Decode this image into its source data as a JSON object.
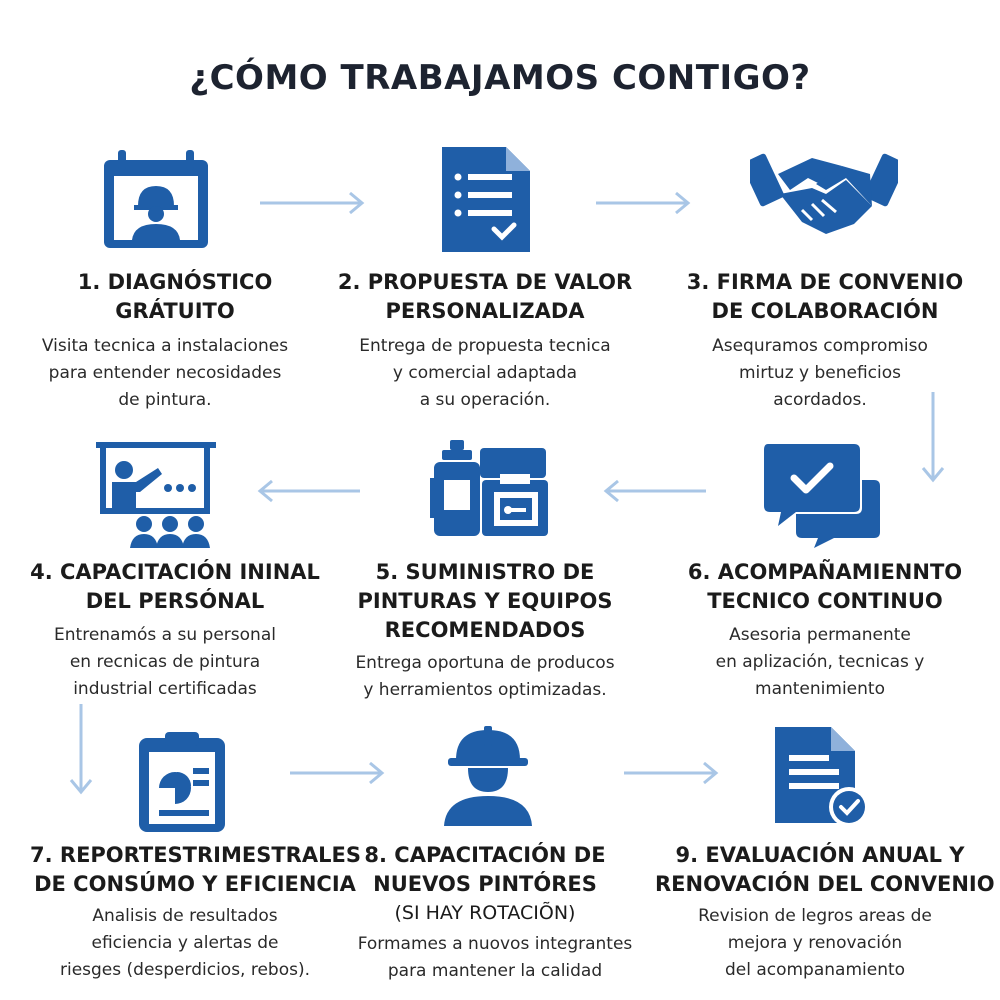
{
  "title": "¿CÓMO TRABAJAMOS CONTIGO?",
  "colors": {
    "primary": "#1f5ea8",
    "arrow": "#a9c6e6"
  },
  "steps": [
    {
      "icon": "calendar-worker-icon",
      "heading": [
        "1. DIAGNÓSTICO",
        "GRÁTUITO"
      ],
      "desc": [
        "Visita tecnica a instalaciones",
        "para entender necosidades",
        "de pintura."
      ]
    },
    {
      "icon": "checklist-document-icon",
      "heading": [
        "2. PROPUESTA DE VALOR",
        "PERSONALIZADA"
      ],
      "desc": [
        "Entrega de propuesta tecnica",
        "y comercial adaptada",
        "a su operación."
      ]
    },
    {
      "icon": "handshake-icon",
      "heading": [
        "3. FIRMA DE CONVENIO",
        "DE COLABORACIÓN"
      ],
      "desc": [
        "Asequramos compromiso",
        "mirtuz y beneficios",
        "acordados."
      ]
    },
    {
      "icon": "training-presentation-icon",
      "heading": [
        "4. CAPACITACIÓN ININAL",
        "DEL PERSÓNAL"
      ],
      "desc": [
        "Entrenamós a su personal",
        "en recnicas de pintura",
        "industrial certificadas"
      ]
    },
    {
      "icon": "paint-supplies-icon",
      "heading": [
        "5. SUMINISTRO DE",
        "PINTURAS Y EQUIPOS",
        "RECOMENDADOS"
      ],
      "desc": [
        "Entrega oportuna de producos",
        "y herramientos optimizadas."
      ]
    },
    {
      "icon": "chat-check-icon",
      "heading": [
        "6. ACOMPAÑAMIENNTO",
        "TECNICO CONTINUO"
      ],
      "desc": [
        "Asesoria permanente",
        "en aplización, tecnicas y",
        "mantenimiento"
      ]
    },
    {
      "icon": "clipboard-report-icon",
      "heading": [
        "7. REPORTESTRIMESTRALES",
        "DE CONSÚMO Y EFICIENCIA"
      ],
      "desc": [
        "Analisis de resultados",
        "eficiencia y alertas de",
        "riesges (desperdicios, rebos)."
      ]
    },
    {
      "icon": "hardhat-worker-icon",
      "heading": [
        "8. CAPACITACIÓN DE",
        "NUEVOS PINTÓRES",
        "(SI HAY ROTACIÕN)"
      ],
      "desc": [
        "Formames a nuovos integrantes",
        "para mantener la calidad"
      ]
    },
    {
      "icon": "document-approved-icon",
      "heading": [
        "9. EVALUACIÓN ANUAL Y",
        "RENOVACIÓN DEL CONVENIO"
      ],
      "desc": [
        "Revision de legros  areas de",
        "mejora y renovación",
        "del acompanamiento"
      ]
    }
  ]
}
